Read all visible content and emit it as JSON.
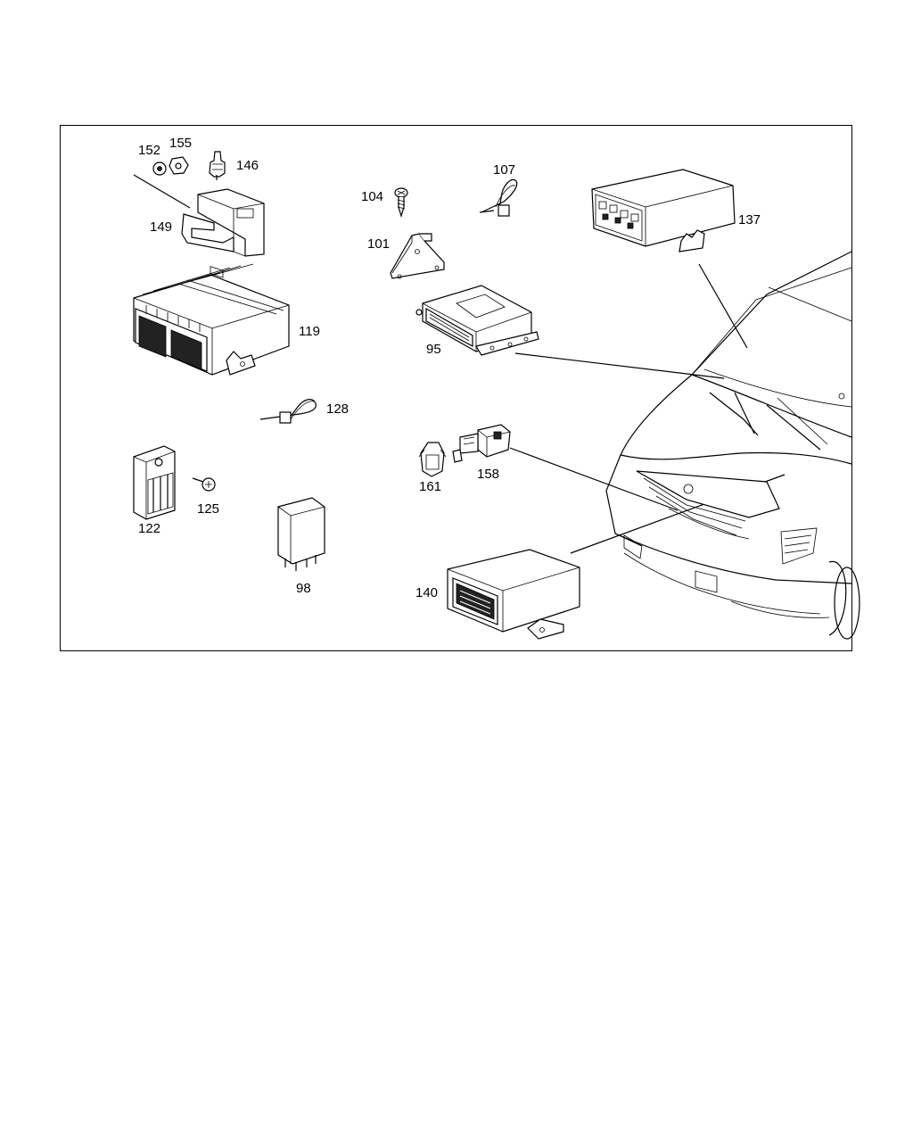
{
  "diagram": {
    "callouts": {
      "p152": "152",
      "p155": "155",
      "p146": "146",
      "p149": "149",
      "p104": "104",
      "p107": "107",
      "p101": "101",
      "p137": "137",
      "p119": "119",
      "p95": "95",
      "p128": "128",
      "p122": "122",
      "p125": "125",
      "p161": "161",
      "p158": "158",
      "p98": "98",
      "p140": "140"
    }
  }
}
